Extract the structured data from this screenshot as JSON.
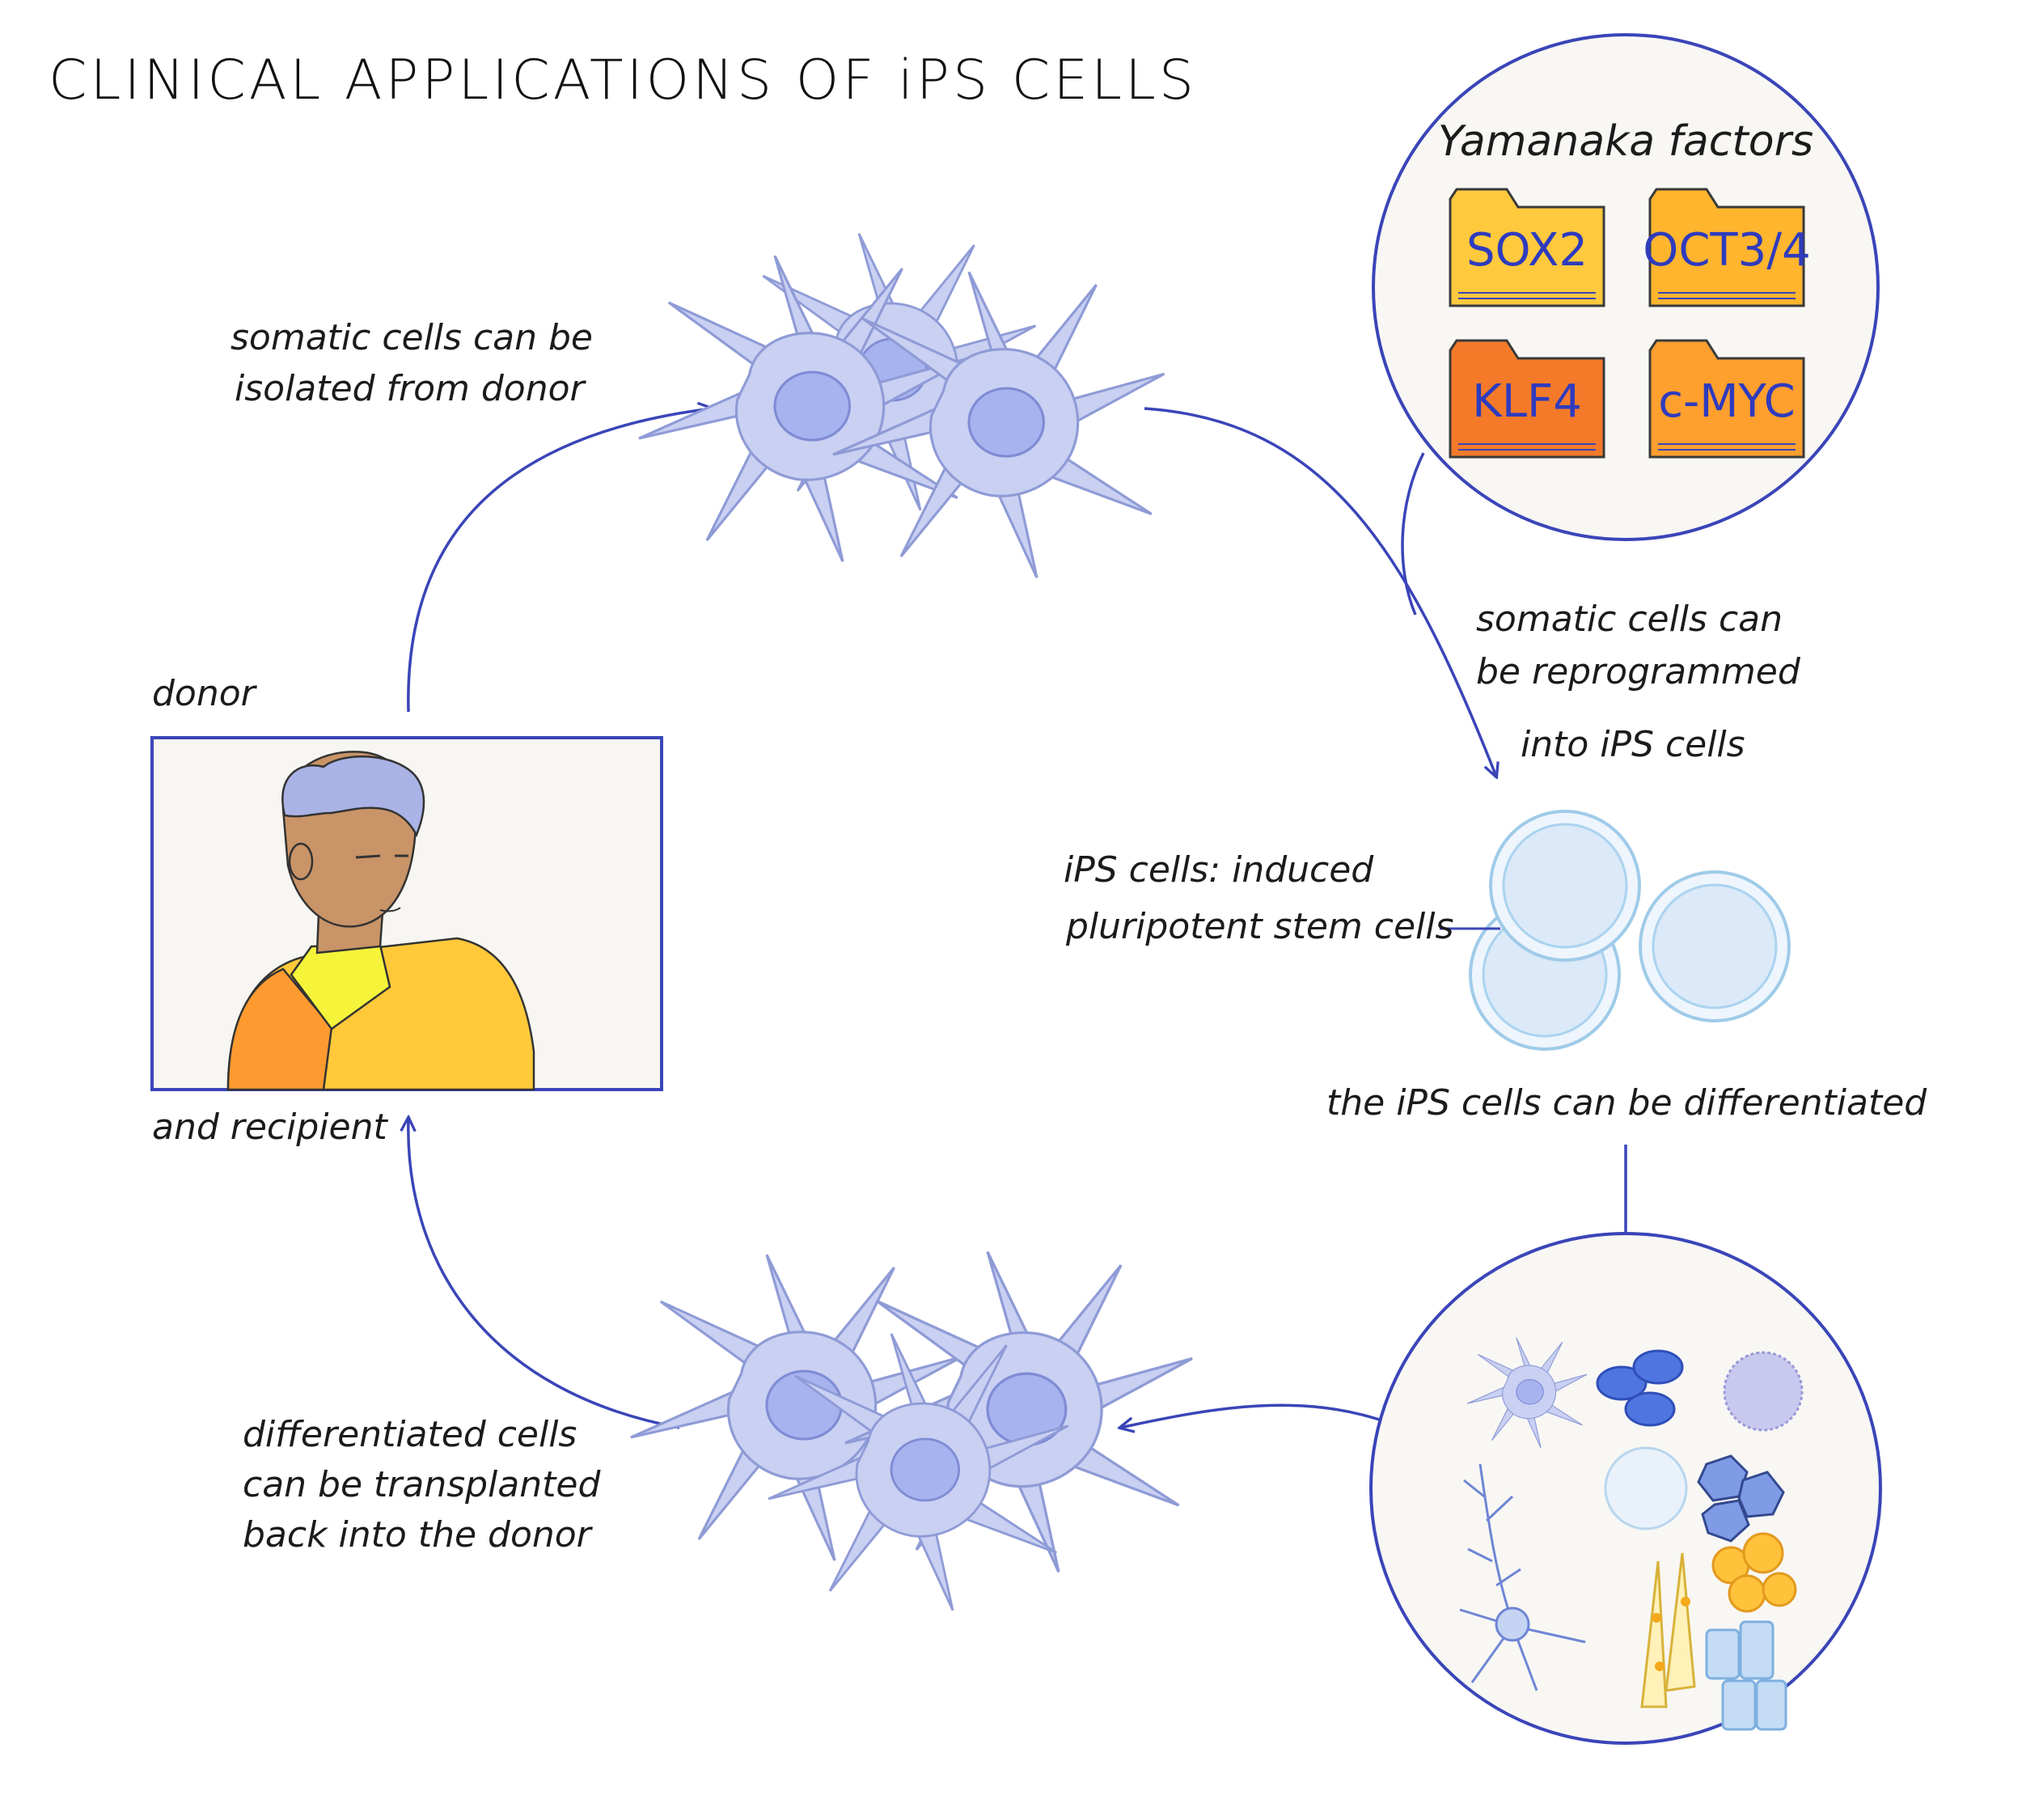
{
  "title": "CLINICAL APPLICATIONS OF iPS CELLS",
  "labels": {
    "isolated_1": "somatic cells can be",
    "isolated_2": "isolated from donor",
    "reprogrammed_1": "somatic cells can",
    "reprogrammed_2": "be reprogrammed",
    "reprogrammed_3": "into iPS cells",
    "ips_def_1": "iPS cells: induced",
    "ips_def_2": "pluripotent stem cells",
    "differentiated": "the iPS cells can be differentiated",
    "transplant_1": "differentiated cells",
    "transplant_2": "can be transplanted",
    "transplant_3": "back into the donor",
    "donor": "donor",
    "recipient": "and recipient"
  },
  "yamanaka": {
    "heading": "Yamanaka factors",
    "factors": [
      "SOX2",
      "OCT3/4",
      "KLF4",
      "c-MYC"
    ]
  },
  "colors": {
    "line": "#3a45b8",
    "somatic_cell": "#c9d0f2",
    "somatic_nucleus": "#a7b3ef",
    "ips_cell": "#e2eefa",
    "folder_yellow": "#ffc93e",
    "folder_orange": "#ff9f2e",
    "folder_red": "#f47a2a",
    "skin": "#c99467",
    "hair": "#aab3e6",
    "shirt": "#ffc93a"
  },
  "icons": [
    "somatic-cell-cluster-icon",
    "ips-cell-icon",
    "folder-icon",
    "person-portrait-icon",
    "differentiated-cell-types-icon"
  ]
}
